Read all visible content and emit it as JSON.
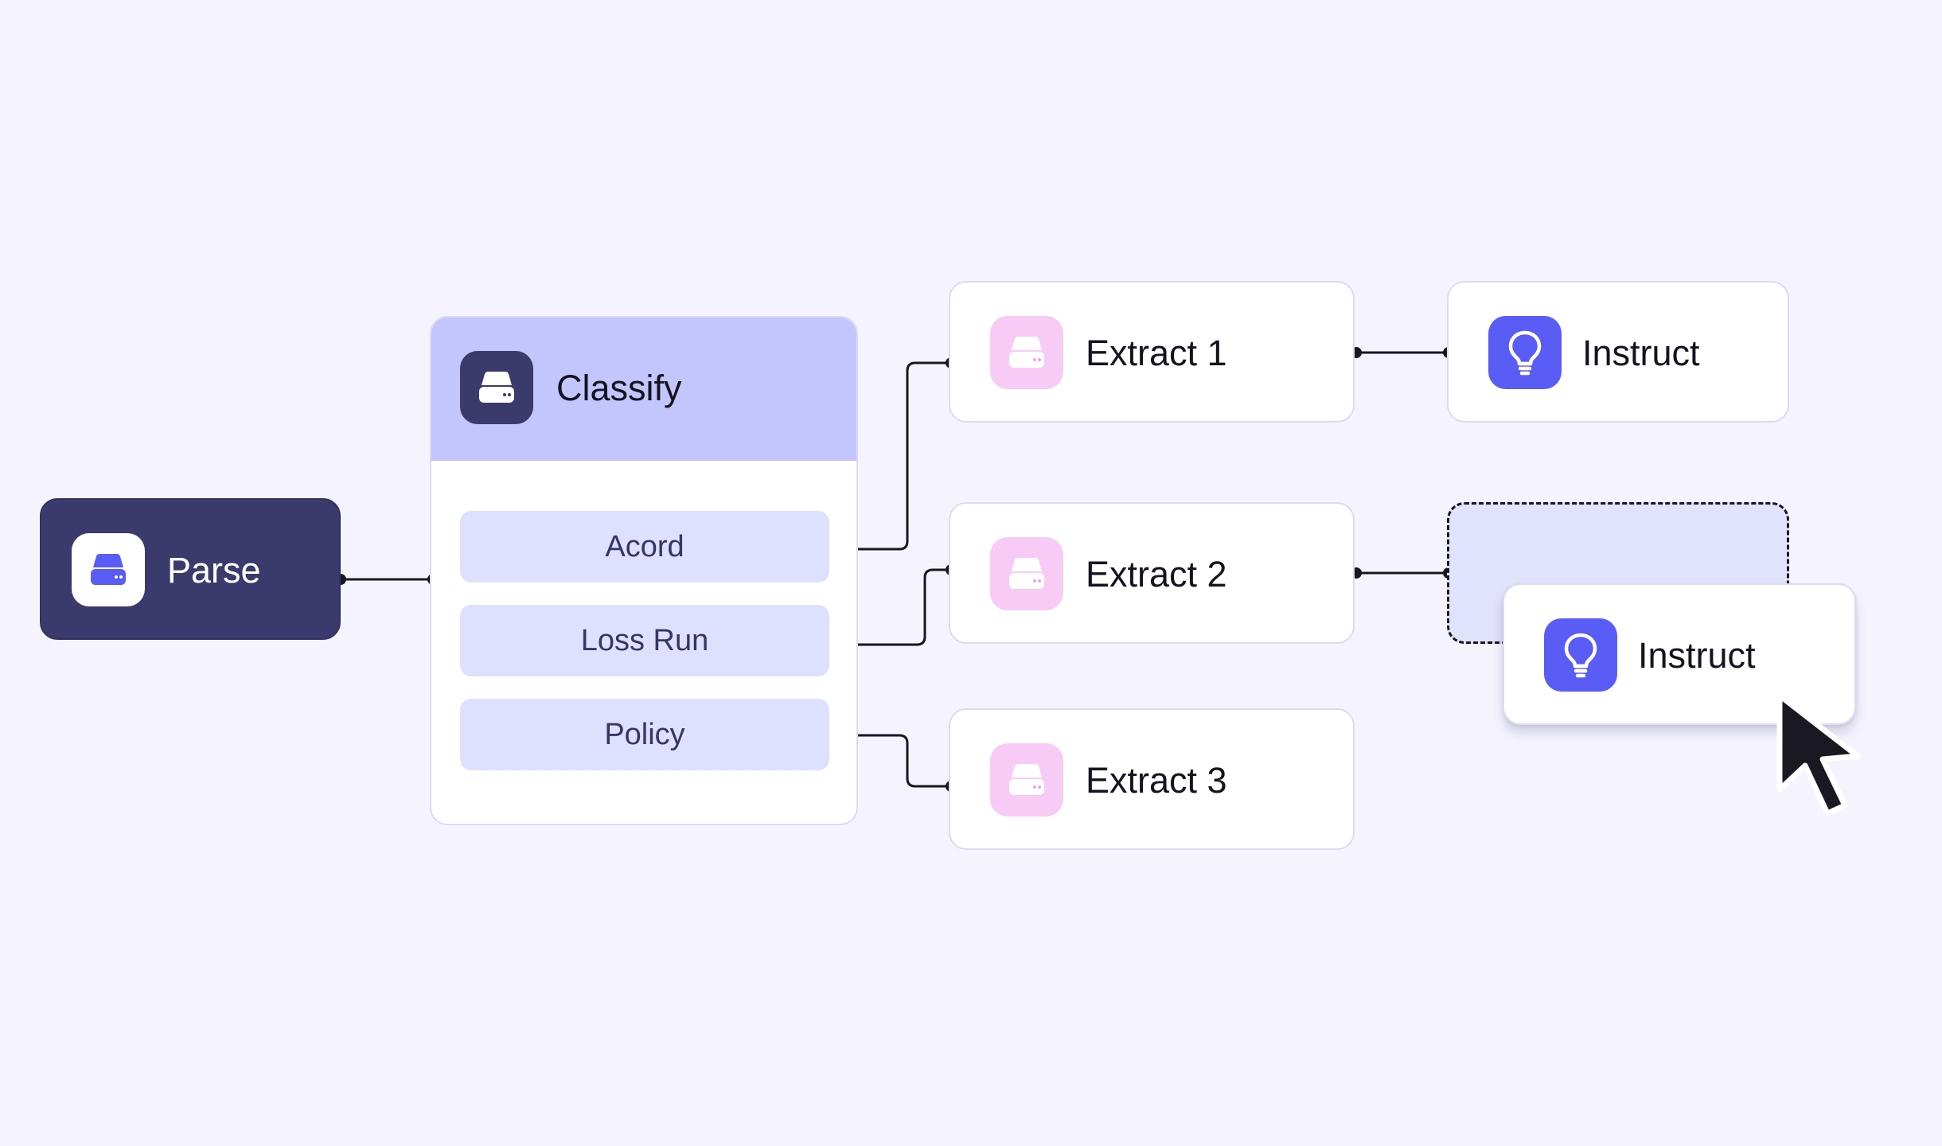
{
  "nodes": {
    "parse": {
      "label": "Parse",
      "icon": "drive-icon"
    },
    "classify": {
      "label": "Classify",
      "icon": "drive-icon",
      "options": [
        "Acord",
        "Loss Run",
        "Policy"
      ]
    },
    "extracts": [
      {
        "label": "Extract 1",
        "icon": "drive-icon"
      },
      {
        "label": "Extract 2",
        "icon": "drive-icon"
      },
      {
        "label": "Extract 3",
        "icon": "drive-icon"
      }
    ],
    "instruct": {
      "label": "Instruct",
      "icon": "lightbulb-icon"
    },
    "instruct_dragging": {
      "label": "Instruct",
      "icon": "lightbulb-icon"
    }
  },
  "colors": {
    "background": "#F5F4FE",
    "parse_fill": "#3B3A6C",
    "classify_header": "#C3C6FD",
    "option_fill": "#DDE1FD",
    "extract_icon_bg": "#F8CBF7",
    "instruct_icon_bg": "#5A5CF6",
    "drop_zone_fill": "#E1E2FB",
    "connector": "#18161F"
  }
}
